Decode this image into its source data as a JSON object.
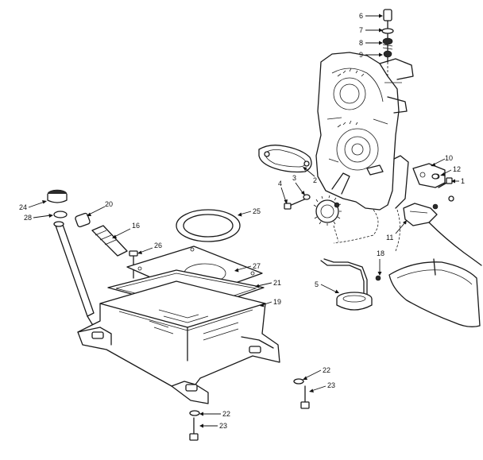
{
  "diagram": {
    "callouts": {
      "c6": "6",
      "c7": "7",
      "c8": "8",
      "c9": "9",
      "c10": "10",
      "c12": "12",
      "c1": "1",
      "c4": "4",
      "c3": "3",
      "c2": "2",
      "c11": "11",
      "c18": "18",
      "c5": "5",
      "c24": "24",
      "c28": "28",
      "c20": "20",
      "c16": "16",
      "c26": "26",
      "c25": "25",
      "c27": "27",
      "c21": "21",
      "c19": "19",
      "c22a": "22",
      "c23a": "23",
      "c22b": "22",
      "c23b": "23"
    }
  }
}
